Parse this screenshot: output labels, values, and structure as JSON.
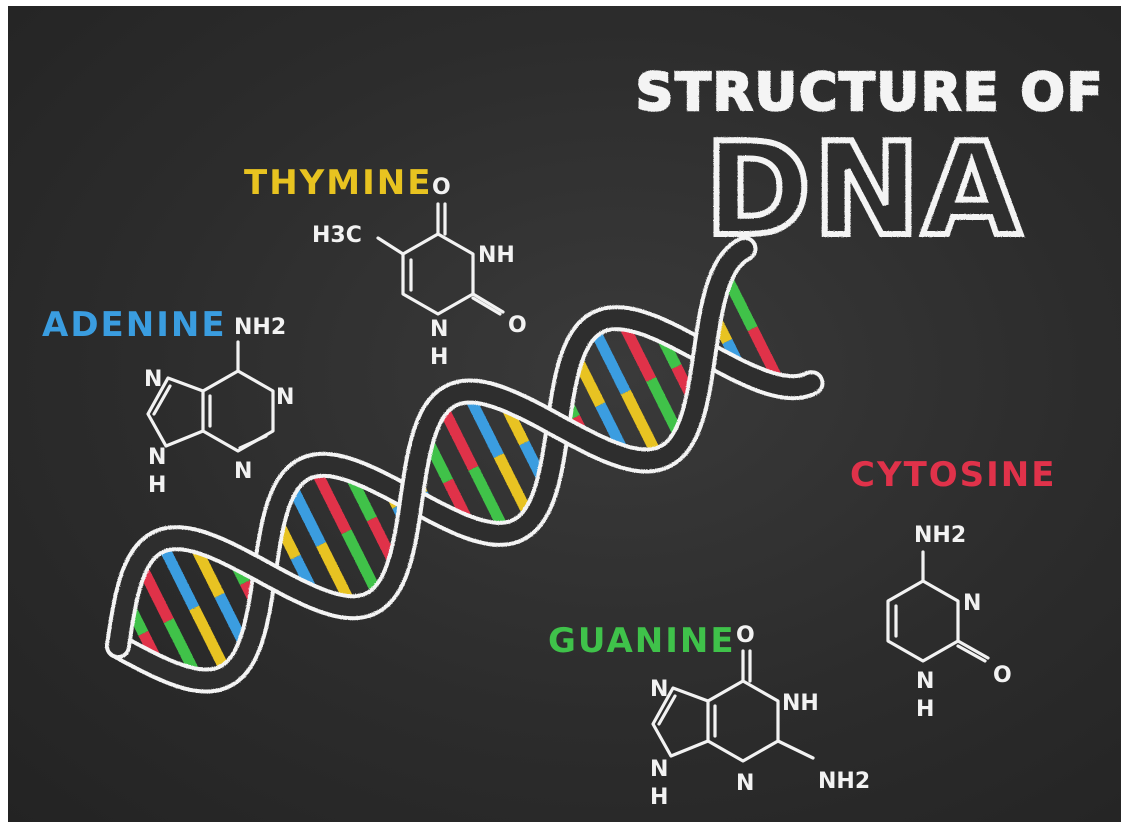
{
  "title": {
    "line1": "STRUCTURE OF",
    "line2": "DNA"
  },
  "colors": {
    "thymine": "#e8c320",
    "adenine": "#3a9de0",
    "cytosine": "#e0324a",
    "guanine": "#3fc24a",
    "chalk": "#f2f2f2",
    "board": "#2d2d2d"
  },
  "bases": {
    "thymine": {
      "name": "THYMINE",
      "atoms": {
        "o_top": "O",
        "methyl": "H3C",
        "nh": "NH",
        "o_right": "O",
        "n_bottom": "N",
        "h_bottom": "H"
      }
    },
    "adenine": {
      "name": "ADENINE",
      "atoms": {
        "nh2": "NH2",
        "n1": "N",
        "n2": "N",
        "n3": "N",
        "n4": "N",
        "h": "H"
      }
    },
    "cytosine": {
      "name": "CYTOSINE",
      "atoms": {
        "nh2": "NH2",
        "n_top": "N",
        "o": "O",
        "n_bottom": "N",
        "h": "H"
      }
    },
    "guanine": {
      "name": "GUANINE",
      "atoms": {
        "o": "O",
        "nh": "NH",
        "n_left_top": "N",
        "n_left_bottom": "N",
        "h": "H",
        "n_bottom": "N",
        "nh2": "NH2"
      }
    }
  },
  "icons": [
    "dna-helix-icon"
  ]
}
